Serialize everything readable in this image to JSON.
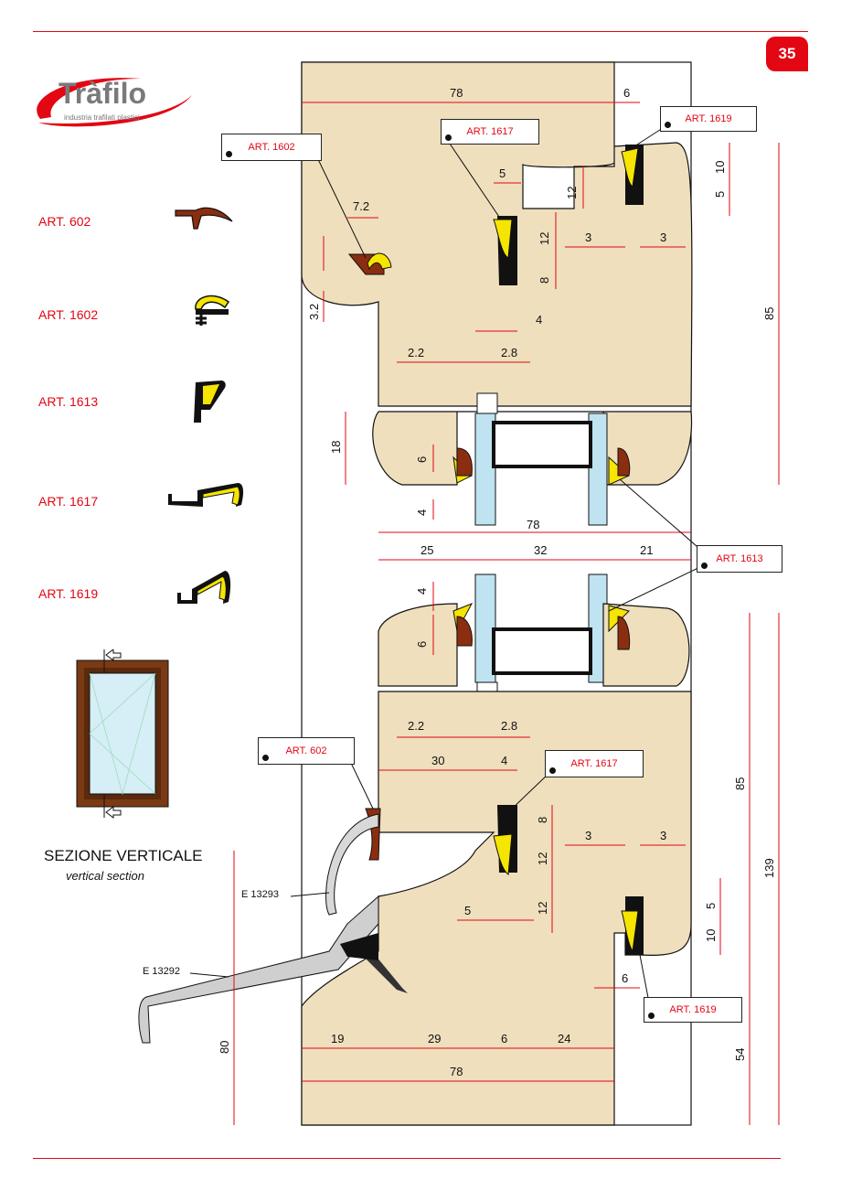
{
  "page": {
    "number": "35"
  },
  "brand": {
    "logo_text": "Tràfilo",
    "tagline": "industria trafilati plastici"
  },
  "legend": [
    {
      "label": "ART. 602"
    },
    {
      "label": "ART. 1602"
    },
    {
      "label": "ART. 1613"
    },
    {
      "label": "ART. 1617"
    },
    {
      "label": "ART. 1619"
    }
  ],
  "caption": {
    "title": "SEZIONE VERTICALE",
    "subtitle": "vertical section"
  },
  "callouts": {
    "c1602": "ART. 1602",
    "c1617_top": "ART. 1617",
    "c1619_top": "ART. 1619",
    "c1613": "ART. 1613",
    "c602": "ART. 602",
    "c1617_bottom": "ART. 1617",
    "c1619_bottom": "ART. 1619"
  },
  "parts": {
    "drip_profile": "E 13293",
    "sill_profile": "E 13292"
  },
  "dimensions": {
    "d78_top": "78",
    "d6_top": "6",
    "d7_2": "7.2",
    "d5_top": "5",
    "d12_a": "12",
    "d10_top": "10",
    "d5_right_top": "5",
    "d3_a": "3",
    "d3_b": "3",
    "d12_b": "12",
    "d8_top": "8",
    "d3_2": "3.2",
    "d4_top": "4",
    "d85_top": "85",
    "d2_2_top": "2.2",
    "d2_8_top": "2.8",
    "d18": "18",
    "d6_glass_top": "6",
    "d4_glass_top": "4",
    "d78_mid": "78",
    "d25": "25",
    "d32": "32",
    "d21": "21",
    "d4_glass_bottom": "4",
    "d6_glass_bottom": "6",
    "d2_2_bottom": "2.2",
    "d2_8_bottom": "2.8",
    "d30": "30",
    "d4_bottom": "4",
    "d85_bottom": "85",
    "d139": "139",
    "d8_bottom": "8",
    "d12_c": "12",
    "d3_c": "3",
    "d3_d": "3",
    "d5_bottom": "5",
    "d12_d": "12",
    "d5_right_bottom": "5",
    "d10_bottom": "10",
    "d6_bottom": "6",
    "d80": "80",
    "d54": "54",
    "d19": "19",
    "d29": "29",
    "d6_base": "6",
    "d24": "24",
    "d78_bottom": "78"
  },
  "colors": {
    "accent": "#e30613",
    "wood": "#efdfbd",
    "seal_brown": "#8b2e10",
    "seal_yellow": "#f5e500",
    "glass": "#bfe3f0"
  }
}
